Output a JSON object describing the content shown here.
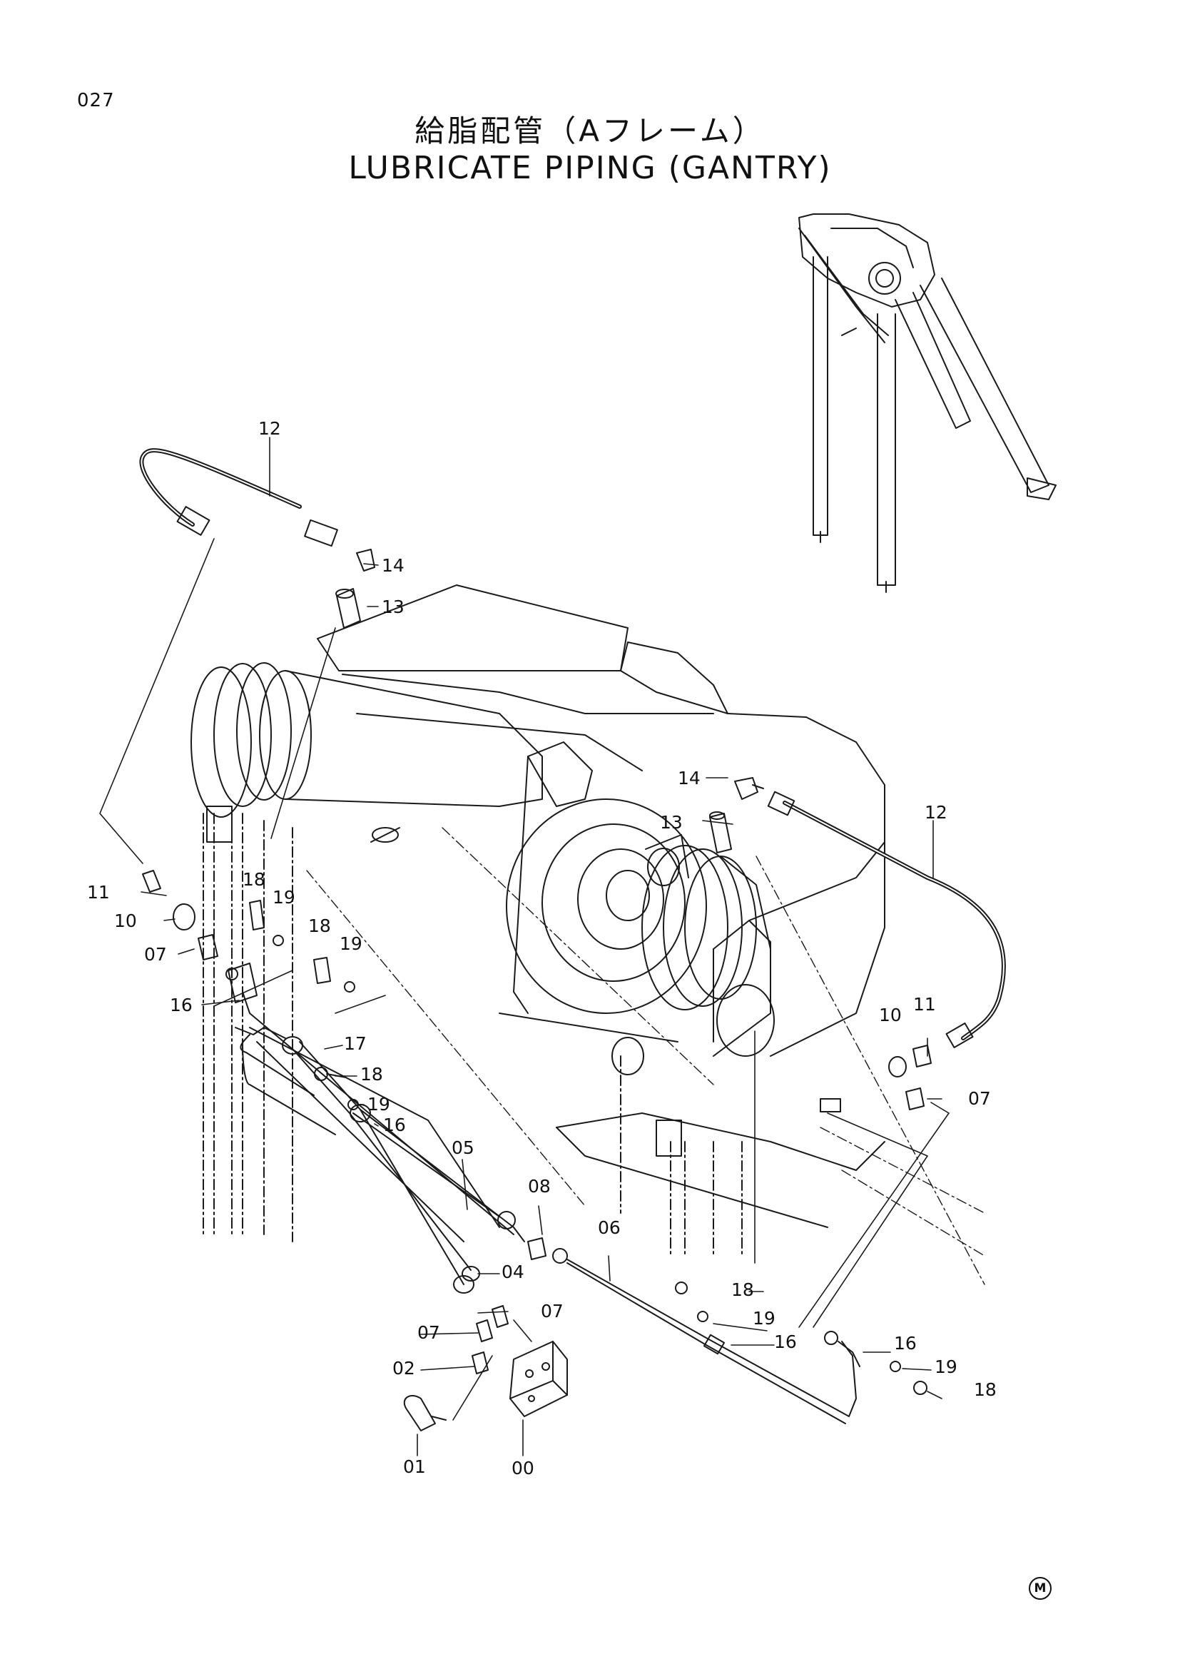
{
  "page_number": "027",
  "title_jp": "給脂配管（Aフレーム）",
  "title_en": "LUBRICATE PIPING (GANTRY)",
  "callouts": [
    {
      "id": "c12a",
      "text": "12"
    },
    {
      "id": "c14a",
      "text": "14"
    },
    {
      "id": "c13a",
      "text": "13"
    },
    {
      "id": "c14b",
      "text": "14"
    },
    {
      "id": "c13b",
      "text": "13"
    },
    {
      "id": "c12b",
      "text": "12"
    },
    {
      "id": "c11a",
      "text": "11"
    },
    {
      "id": "c10a",
      "text": "10"
    },
    {
      "id": "c07a",
      "text": "07"
    },
    {
      "id": "c16a",
      "text": "16"
    },
    {
      "id": "c18a",
      "text": "18"
    },
    {
      "id": "c19a",
      "text": "19"
    },
    {
      "id": "c18b",
      "text": "18"
    },
    {
      "id": "c19b",
      "text": "19"
    },
    {
      "id": "c17",
      "text": "17"
    },
    {
      "id": "c18c",
      "text": "18"
    },
    {
      "id": "c19c",
      "text": "19"
    },
    {
      "id": "c16b",
      "text": "16"
    },
    {
      "id": "c05",
      "text": "05"
    },
    {
      "id": "c08",
      "text": "08"
    },
    {
      "id": "c06",
      "text": "06"
    },
    {
      "id": "c04",
      "text": "04"
    },
    {
      "id": "c07b",
      "text": "07"
    },
    {
      "id": "c07c",
      "text": "07"
    },
    {
      "id": "c02",
      "text": "02"
    },
    {
      "id": "c01",
      "text": "01"
    },
    {
      "id": "c00",
      "text": "00"
    },
    {
      "id": "c18d",
      "text": "18"
    },
    {
      "id": "c19d",
      "text": "19"
    },
    {
      "id": "c16c",
      "text": "16"
    },
    {
      "id": "c16d",
      "text": "16"
    },
    {
      "id": "c19e",
      "text": "19"
    },
    {
      "id": "c18e",
      "text": "18"
    },
    {
      "id": "c10b",
      "text": "10"
    },
    {
      "id": "c11b",
      "text": "11"
    },
    {
      "id": "c07d",
      "text": "07"
    }
  ],
  "corner_mark": "M"
}
